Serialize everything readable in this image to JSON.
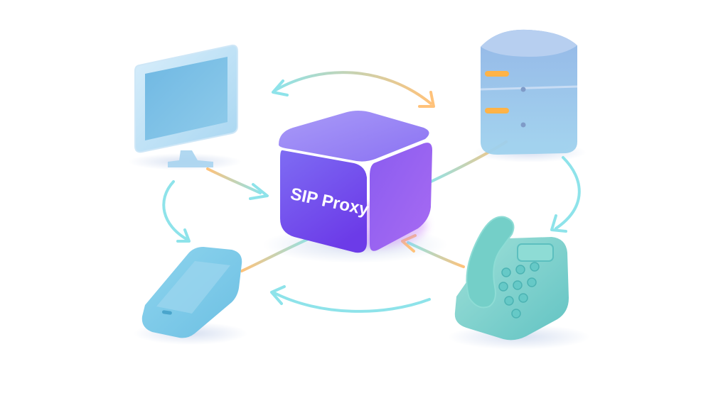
{
  "diagram": {
    "center_node": {
      "label": "SIP Proxy",
      "kind": "proxy-cube"
    },
    "nodes": [
      {
        "id": "desktop",
        "kind": "desktop-computer",
        "icon": "monitor-icon"
      },
      {
        "id": "server",
        "kind": "server-rack",
        "icon": "server-icon"
      },
      {
        "id": "mobile",
        "kind": "mobile-phone",
        "icon": "smartphone-icon"
      },
      {
        "id": "deskphone",
        "kind": "desk-telephone",
        "icon": "telephone-icon"
      }
    ],
    "links": [
      {
        "from": "desktop",
        "to": "proxy",
        "arrow": "to"
      },
      {
        "from": "server",
        "to": "proxy",
        "arrow": "none"
      },
      {
        "from": "mobile",
        "to": "proxy",
        "arrow": "none"
      },
      {
        "from": "deskphone",
        "to": "proxy",
        "arrow": "to"
      }
    ],
    "flows": [
      {
        "from": "desktop",
        "to": "server",
        "arrow": "both"
      },
      {
        "from": "server",
        "to": "deskphone",
        "arrow": "to"
      },
      {
        "from": "deskphone",
        "to": "mobile",
        "arrow": "to"
      },
      {
        "from": "desktop",
        "to": "mobile",
        "arrow": "to"
      }
    ]
  },
  "colors": {
    "proxy_top": "#8b6ef5",
    "proxy_bottom": "#6a3cf0",
    "device_blue": "#7ec3e6",
    "device_teal": "#7fd6d2",
    "arrow_cyan": "#8ee3ea",
    "arrow_orange": "#ffc27a",
    "server_led": "#ffb347"
  }
}
